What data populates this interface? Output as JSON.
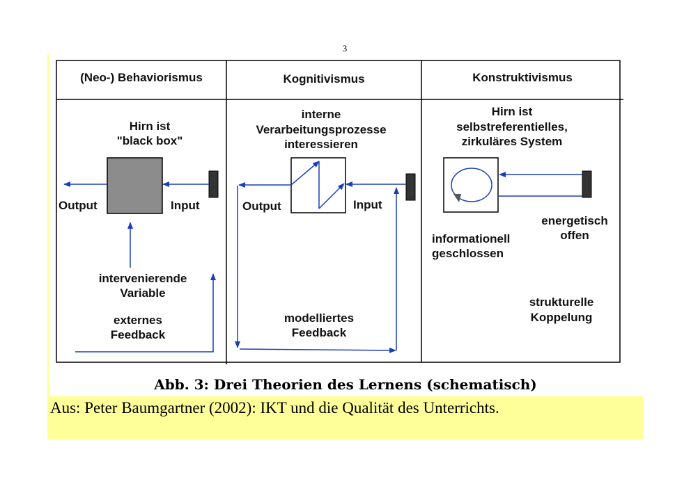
{
  "page_number": "3",
  "columns": [
    {
      "heading": "(Neo-) Behaviorismus",
      "labels": {
        "brain": [
          "Hirn ist",
          "\"black box\""
        ],
        "output": "Output",
        "input": "Input",
        "variable": [
          "intervenierende",
          "Variable"
        ],
        "feedback": [
          "externes",
          "Feedback"
        ]
      }
    },
    {
      "heading": "Kognitivismus",
      "labels": {
        "processes": [
          "interne",
          "Verarbeitungsprozesse",
          "interessieren"
        ],
        "output": "Output",
        "input": "Input",
        "feedback": [
          "modelliertes",
          "Feedback"
        ]
      }
    },
    {
      "heading": "Konstruktivismus",
      "labels": {
        "brain": [
          "Hirn ist",
          "selbstreferentielles,",
          "zirkuläres System"
        ],
        "energetic": [
          "energetisch",
          "offen"
        ],
        "informational": [
          "informationell",
          "geschlossen"
        ],
        "coupling": [
          "strukturelle",
          "Koppelung"
        ]
      }
    }
  ],
  "caption": "Abb. 3: Drei Theorien des Lernens (schematisch)",
  "source": "Aus: Peter Baumgartner (2002): IKT und die Qualität des Unterrichts.",
  "colors": {
    "arrow": "#1a3fb5",
    "black_box": "#8c8c8c",
    "highlight": "#ffff99"
  }
}
